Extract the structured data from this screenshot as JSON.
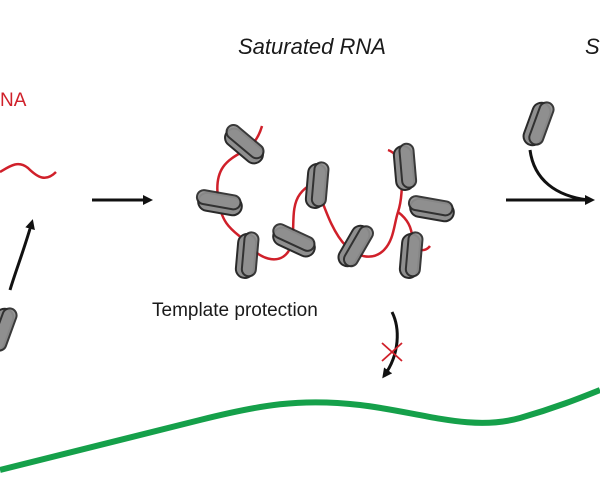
{
  "labels": {
    "saturated_title": "Saturated RNA",
    "right_title_fragment": "S",
    "left_red_fragment": "NA",
    "template_protection": "Template protection"
  },
  "colors": {
    "rna": "#d0202a",
    "protein_fill": "#8f8f8f",
    "protein_stroke": "#2a2a2a",
    "arrow": "#111111",
    "green_strand": "#15a04a",
    "block_mark": "#d0202a"
  }
}
